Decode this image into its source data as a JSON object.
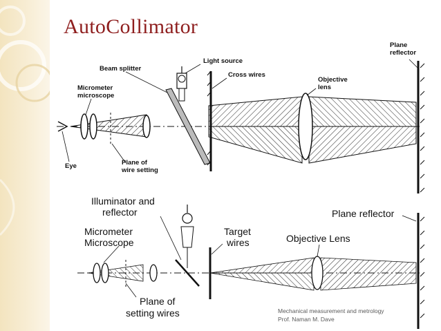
{
  "slide": {
    "title": "AutoCollimator",
    "footer": {
      "line1": "Mechanical measurement and metrology",
      "line2": "Prof. Naman M. Dave"
    }
  },
  "diagram_top": {
    "labels": {
      "light_source": "Light source",
      "beam_splitter": "Beam splitter",
      "cross_wires": "Cross wires",
      "micrometer_microscope_1": "Micrometer",
      "micrometer_microscope_2": "microscope",
      "objective_lens_1": "Objective",
      "objective_lens_2": "lens",
      "plane_reflector_1": "Plane",
      "plane_reflector_2": "reflector",
      "eye": "Eye",
      "plane_wire_setting_1": "Plane of",
      "plane_wire_setting_2": "wire setting"
    }
  },
  "diagram_bottom": {
    "labels": {
      "illuminator_1": "Illuminator and",
      "illuminator_2": "reflector",
      "micrometer_1": "Micrometer",
      "micrometer_2": "Microscope",
      "target_wires_1": "Target",
      "target_wires_2": "wires",
      "objective_lens": "Objective Lens",
      "plane_reflector": "Plane reflector",
      "plane_setting_1": "Plane of",
      "plane_setting_2": "setting wires"
    }
  }
}
